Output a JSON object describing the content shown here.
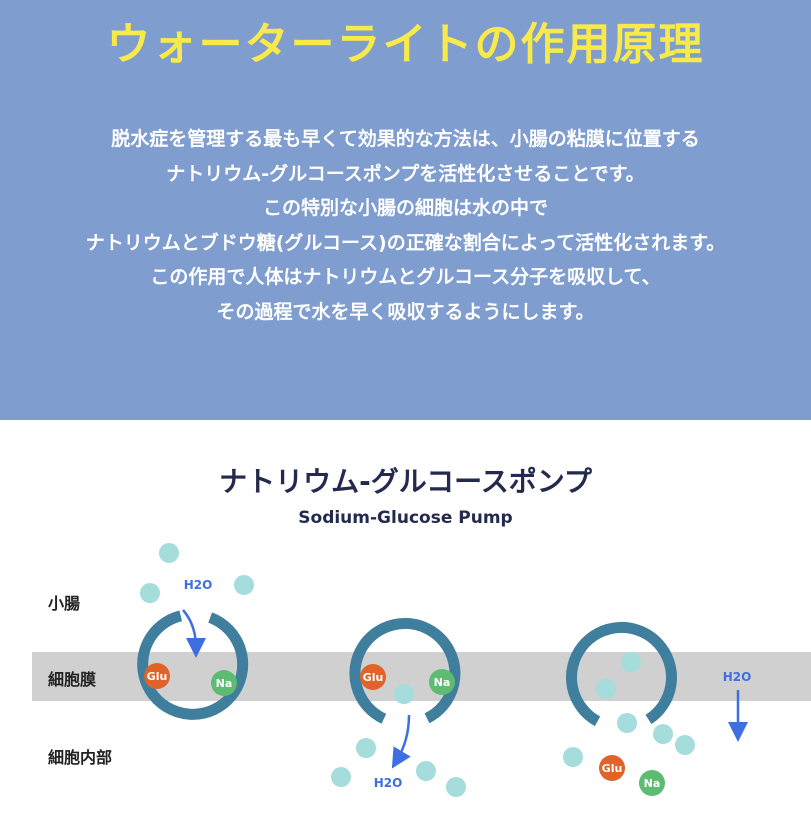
{
  "hero": {
    "title": "ウォーターライトの作用原理",
    "lines": [
      "脱水症を管理する最も早くて効果的な方法は、小腸の粘膜に位置する",
      "ナトリウム-グルコースポンプを活性化させることです。",
      "この特別な小腸の細胞は水の中で",
      "ナトリウムとブドウ糖(グルコース)の正確な割合によって活性化されます。",
      "この作用で人体はナトリウムとグルコース分子を吸収して、",
      "その過程で水を早く吸収するようにします。"
    ]
  },
  "diagram": {
    "title": "ナトリウム-グルコースポンプ",
    "subtitle": "Sodium-Glucose Pump",
    "labels": {
      "small_intestine": "小腸",
      "cell_membrane": "細胞膜",
      "cell_interior": "細胞内部"
    },
    "glu_label": "Glu",
    "na_label": "Na",
    "h2o_label": "H2O",
    "colors": {
      "hero_bg": "#7f9dcf",
      "title_yellow": "#f7ea4a",
      "ring": "#3f7e9c",
      "glu": "#e0632a",
      "na": "#5dbb72",
      "water": "#a5dcdc",
      "arrow": "#3d6fe0",
      "membrane": "#d0d0d0"
    }
  }
}
